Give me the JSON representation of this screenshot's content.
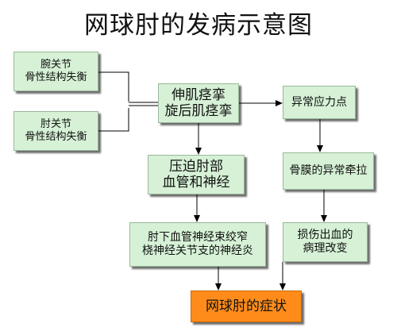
{
  "title": "网球肘的发病示意图",
  "nodes": {
    "wrist": {
      "lines": [
        "腕关节",
        "骨性结构失衡"
      ]
    },
    "elbow": {
      "lines": [
        "肘关节",
        "骨性结构失衡"
      ]
    },
    "spasm": {
      "lines": [
        "伸肌痉挛",
        "旋后肌痉挛"
      ]
    },
    "stress": {
      "lines": [
        "异常应力点"
      ]
    },
    "compress": {
      "lines": [
        "压迫肘部",
        "血管和神经"
      ]
    },
    "periosteum": {
      "lines": [
        "骨膜的异常牵拉"
      ]
    },
    "neuritis": {
      "lines": [
        "肘下血管神经束绞窄",
        "桡神经关节支的神经炎"
      ]
    },
    "bleeding": {
      "lines": [
        "损伤出血的",
        "病理改变"
      ]
    },
    "symptom": {
      "lines": [
        "网球肘的症状"
      ]
    }
  },
  "colors": {
    "box_fill": "#d6f1d6",
    "result_fill": "#ff8c1a",
    "line": "#000000"
  }
}
